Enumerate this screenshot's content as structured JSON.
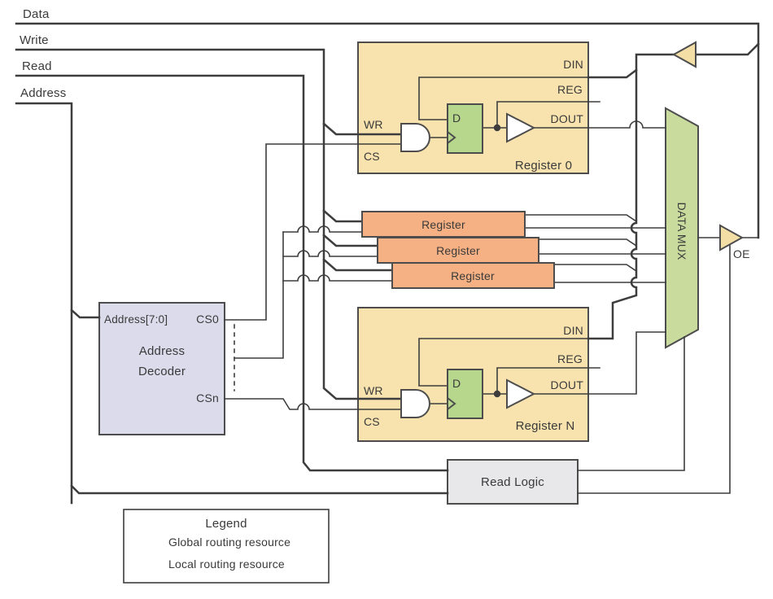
{
  "title_labels": {
    "data": "Data",
    "write": "Write",
    "read": "Read",
    "address": "Address"
  },
  "register0": {
    "name": "Register 0",
    "wr": "WR",
    "cs": "CS",
    "ff_d": "D",
    "din": "DIN",
    "reg": "REG",
    "dout": "DOUT"
  },
  "register_n": {
    "name": "Register N",
    "wr": "WR",
    "cs": "CS",
    "ff_d": "D",
    "din": "DIN",
    "reg": "REG",
    "dout": "DOUT"
  },
  "middle_registers": [
    {
      "label": "Register"
    },
    {
      "label": "Register"
    },
    {
      "label": "Register"
    }
  ],
  "address_decoder": {
    "input_bus": "Address[7:0]",
    "output_top": "CS0",
    "output_bottom": "CSn",
    "name_line1": "Address",
    "name_line2": "Decoder"
  },
  "data_mux": {
    "label": "DATA MUX"
  },
  "output_enable": {
    "label": "OE"
  },
  "read_logic": {
    "label": "Read Logic"
  },
  "legend": {
    "title": "Legend",
    "items": [
      {
        "label": "Global routing resource",
        "style": "thick"
      },
      {
        "label": "Local routing resource",
        "style": "thin"
      }
    ]
  },
  "colors": {
    "register_block": "#F8E3AF",
    "middle_register": "#F5B083",
    "flipflop": "#B7D78C",
    "mux": "#C9DC9E",
    "decoder": "#DBDBEC",
    "read_logic": "#E8E8EA",
    "buffer": "#F3DFA5",
    "gate_fill": "#FFFFFF",
    "line": "#3D3D3D",
    "text": "#3A3A3A",
    "block_border": "#4D4D4D"
  }
}
